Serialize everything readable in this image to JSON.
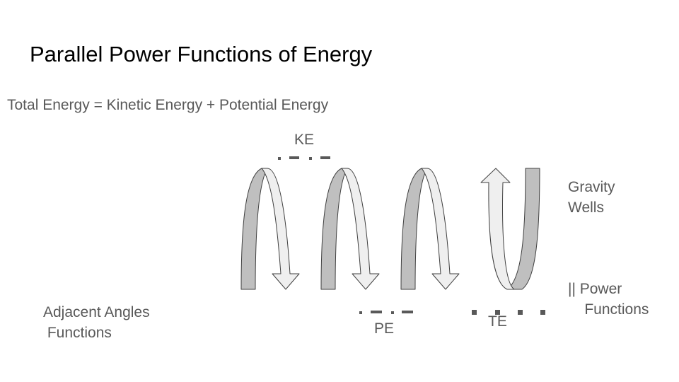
{
  "slide": {
    "title": "Parallel Power Functions of Energy",
    "subtitle": "Total Energy = Kinetic Energy + Potential Energy",
    "labels": {
      "ke": "KE",
      "pe": "PE",
      "te": "TE",
      "gravity_wells": "Gravity\nWells",
      "power_functions": "|| Power\n    Functions",
      "adjacent_angles": "Adjacent Angles\n Functions"
    },
    "colors": {
      "title_text": "#000000",
      "body_text": "#595959",
      "arrow_dark": "#bfbfbf",
      "arrow_light": "#efefef",
      "outline": "#404040",
      "dash": "#595959"
    },
    "arrows": [
      {
        "name": "curved-down-arrow-1",
        "direction": "down"
      },
      {
        "name": "curved-down-arrow-2",
        "direction": "down"
      },
      {
        "name": "curved-down-arrow-3",
        "direction": "down"
      },
      {
        "name": "curved-up-arrow",
        "direction": "up"
      }
    ],
    "lines": [
      {
        "name": "ke-dash-dot-line",
        "style": "dash-dot"
      },
      {
        "name": "pe-dash-dot-line",
        "style": "dash-dot"
      },
      {
        "name": "te-dotted-line",
        "style": "square-dot"
      }
    ]
  }
}
